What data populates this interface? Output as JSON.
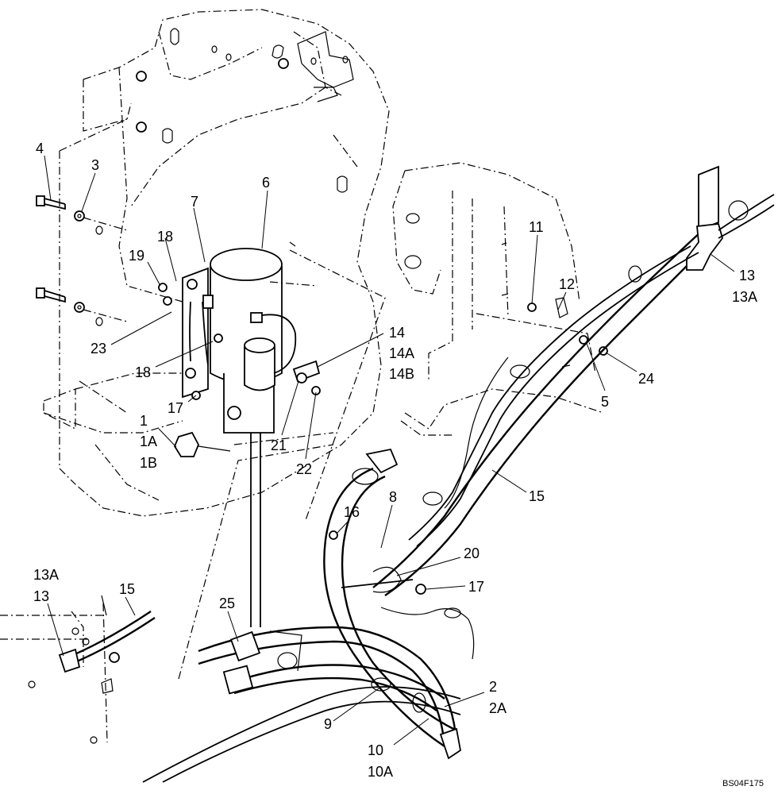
{
  "diagram": {
    "reference_code": "BS04F175",
    "callouts": {
      "c1": "1",
      "c1a": "1A",
      "c1b": "1B",
      "c2": "2",
      "c2a": "2A",
      "c3": "3",
      "c4": "4",
      "c5": "5",
      "c6": "6",
      "c7": "7",
      "c8": "8",
      "c9": "9",
      "c10": "10",
      "c10a": "10A",
      "c11": "11",
      "c12": "12",
      "c13": "13",
      "c13a": "13A",
      "c13_detail": "13",
      "c13a_detail": "13A",
      "c14": "14",
      "c14a": "14A",
      "c14b": "14B",
      "c15": "15",
      "c15_detail": "15",
      "c16": "16",
      "c17": "17",
      "c17b": "17",
      "c18": "18",
      "c18b": "18",
      "c19": "19",
      "c20": "20",
      "c21": "21",
      "c22": "22",
      "c23": "23",
      "c24": "24",
      "c25": "25"
    }
  }
}
